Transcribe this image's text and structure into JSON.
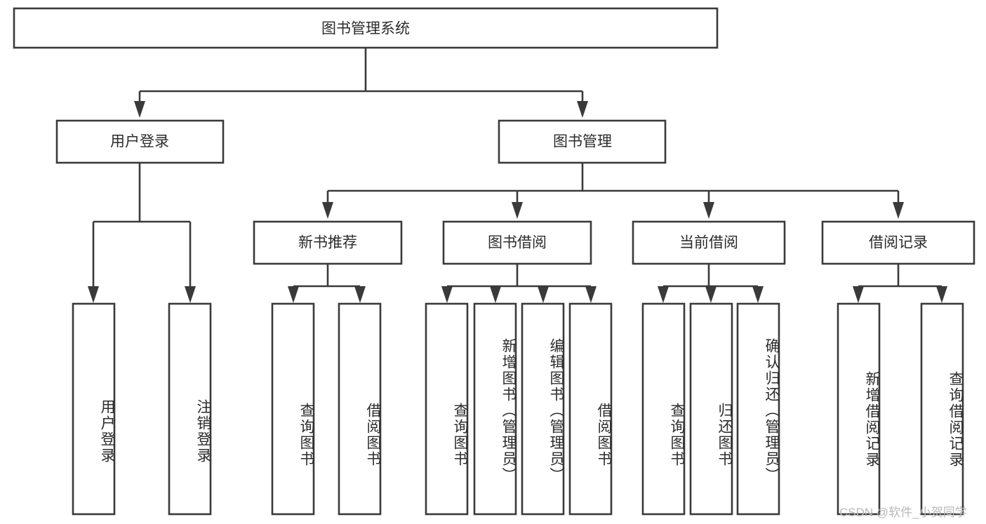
{
  "diagram": {
    "title": "图书管理系统",
    "type": "tree-hierarchy",
    "orientation": "top-down",
    "levels": 4,
    "root": {
      "label": "图书管理系统"
    },
    "level2": [
      {
        "label": "用户登录"
      },
      {
        "label": "图书管理"
      }
    ],
    "level3": [
      {
        "label": "新书推荐"
      },
      {
        "label": "图书借阅"
      },
      {
        "label": "当前借阅"
      },
      {
        "label": "借阅记录"
      }
    ],
    "leaves": {
      "user_login": [
        {
          "label": "用户登录"
        },
        {
          "label": "注销登录"
        }
      ],
      "new_book_recommend": [
        {
          "label": "查询图书"
        },
        {
          "label": "借阅图书"
        }
      ],
      "book_borrow": [
        {
          "label": "查询图书"
        },
        {
          "label": "新增图书（管理员）"
        },
        {
          "label": "编辑图书（管理员）"
        },
        {
          "label": "借阅图书"
        }
      ],
      "current_borrow": [
        {
          "label": "查询图书"
        },
        {
          "label": "归还图书"
        },
        {
          "label": "确认归还（管理员）"
        }
      ],
      "borrow_record": [
        {
          "label": "新增借阅记录"
        },
        {
          "label": "查询借阅记录"
        }
      ]
    }
  },
  "watermark": {
    "text": "CSDN @软件_小贺同学"
  },
  "colors": {
    "stroke": "#3a3a3a",
    "fill": "#ffffff",
    "text": "#2b2b2b",
    "watermark": "#b9b9b9"
  }
}
